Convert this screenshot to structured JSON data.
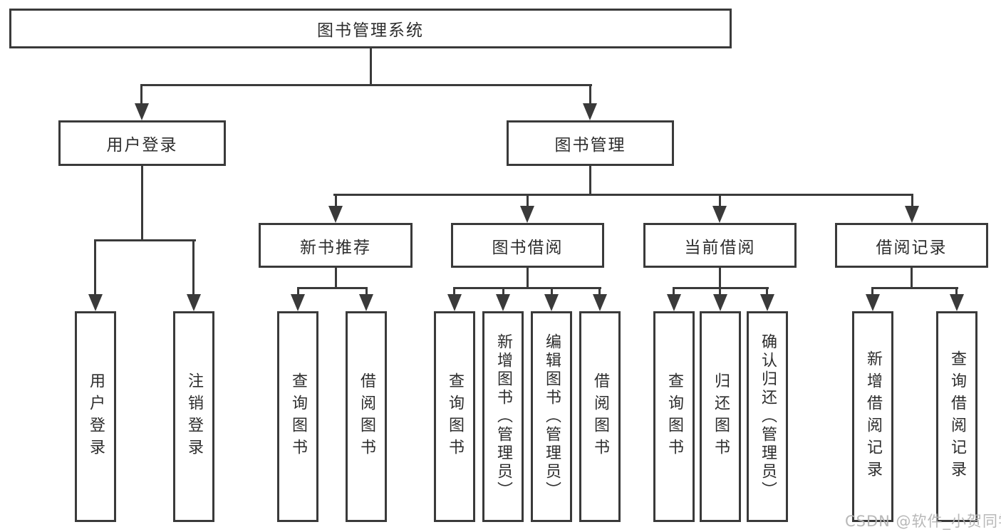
{
  "diagram": {
    "root_label": "图书管理系统",
    "branches": [
      {
        "label": "用户登录",
        "leaves": [
          "用户登录",
          "注销登录"
        ]
      },
      {
        "label": "图书管理",
        "groups": [
          {
            "label": "新书推荐",
            "leaves": [
              "查询图书",
              "借阅图书"
            ]
          },
          {
            "label": "图书借阅",
            "leaves": [
              "查询图书",
              "新增图书（管理员）",
              "编辑图书（管理员）",
              "借阅图书"
            ]
          },
          {
            "label": "当前借阅",
            "leaves": [
              "查询图书",
              "归还图书",
              "确认归还（管理员）"
            ]
          },
          {
            "label": "借阅记录",
            "leaves": [
              "新增借阅记录",
              "查询借阅记录"
            ]
          }
        ]
      }
    ]
  },
  "watermark": {
    "text": "CSDN @软件_小贺同学"
  },
  "colors": {
    "line": "#3a3a3a",
    "text": "#2d2d2d",
    "background": "#ffffff",
    "watermark": "#b2b2b2"
  }
}
